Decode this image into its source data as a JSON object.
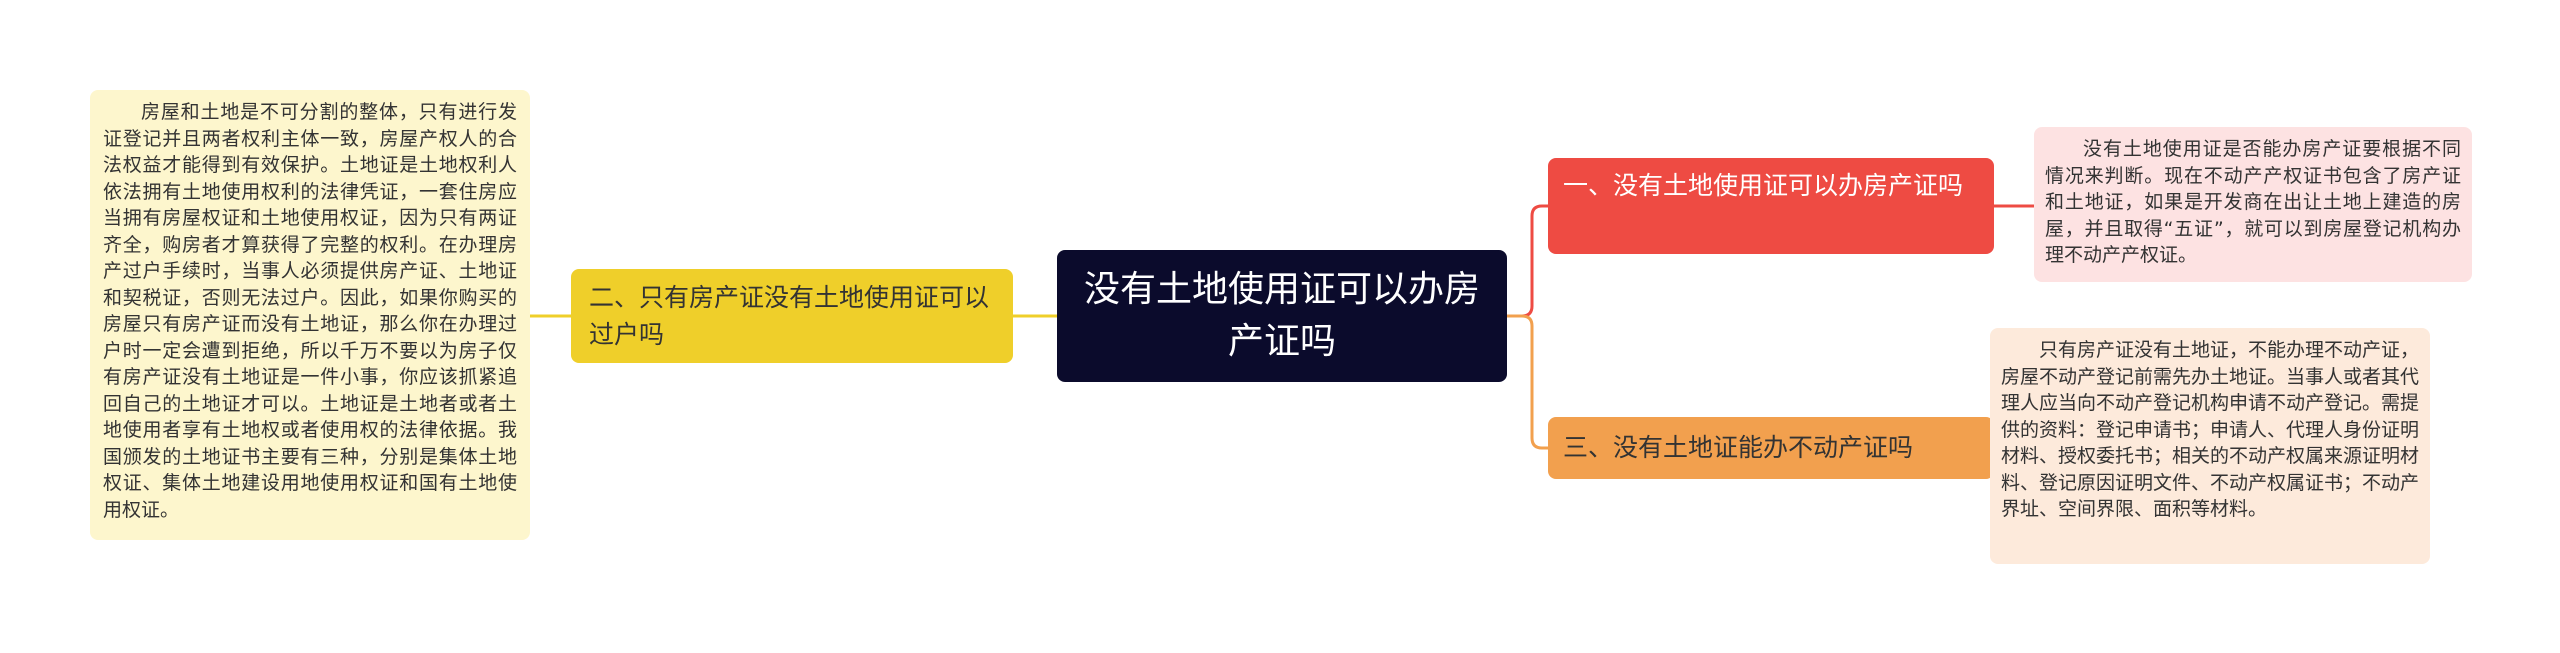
{
  "mindmap": {
    "central": {
      "text": "没有土地使用证可以办房产证吗"
    },
    "left_branch": {
      "label": "二、只有房产证没有土地使用证可以过户吗",
      "color": "#efcf2a",
      "detail": "房屋和土地是不可分割的整体，只有进行发证登记并且两者权利主体一致，房屋产权人的合法权益才能得到有效保护。土地证是土地权利人依法拥有土地使用权利的法律凭证，一套住房应当拥有房屋权证和土地使用权证，因为只有两证齐全，购房者才算获得了完整的权利。在办理房产过户手续时，当事人必须提供房产证、土地证和契税证，否则无法过户。因此，如果你购买的房屋只有房产证而没有土地证，那么你在办理过户时一定会遭到拒绝，所以千万不要以为房子仅有房产证没有土地证是一件小事，你应该抓紧追回自己的土地证才可以。土地证是土地者或者土地使用者享有土地权或者使用权的法律依据。我国颁发的土地证书主要有三种，分别是集体土地权证、集体土地建设用地使用权证和国有土地使用权证。"
    },
    "right_branch_1": {
      "label": "一、没有土地使用证可以办房产证吗",
      "color": "#ee4b43",
      "detail": "没有土地使用证是否能办房产证要根据不同情况来判断。现在不动产产权证书包含了房产证和土地证，如果是开发商在出让土地上建造的房屋，并且取得“五证”，就可以到房屋登记机构办理不动产产权证。"
    },
    "right_branch_2": {
      "label": "三、没有土地证能办不动产证吗",
      "color": "#f2a04e",
      "detail": "只有房产证没有土地证，不能办理不动产证，房屋不动产登记前需先办土地证。当事人或者其代理人应当向不动产登记机构申请不动产登记。需提供的资料：登记申请书；申请人、代理人身份证明材料、授权委托书；相关的不动产权属来源证明材料、登记原因证明文件、不动产权属证书；不动产界址、空间界限、面积等材料。"
    }
  }
}
